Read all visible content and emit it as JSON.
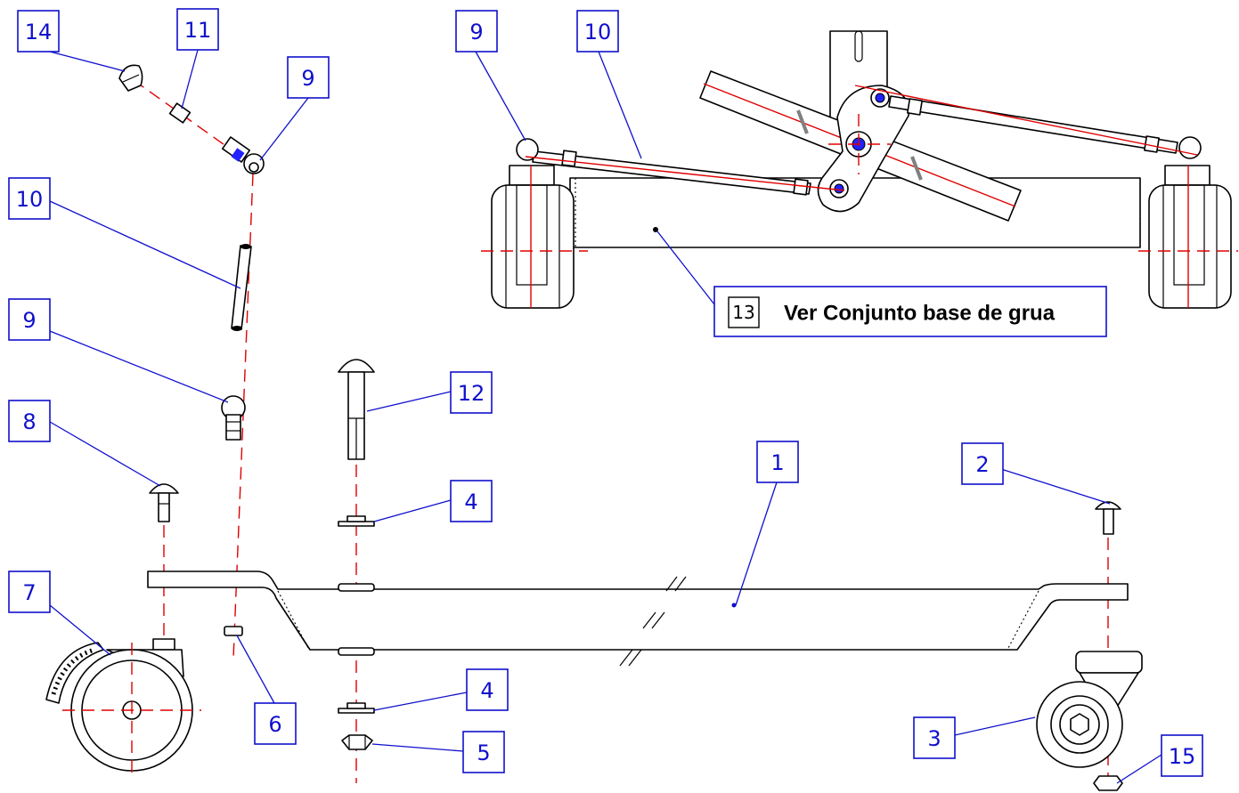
{
  "balloons": {
    "b14": "14",
    "b11": "11",
    "b9a": "9",
    "b10a": "10",
    "b9b": "9",
    "b8": "8",
    "b7": "7",
    "b6": "6",
    "b12": "12",
    "b4a": "4",
    "b4b": "4",
    "b5": "5",
    "b1": "1",
    "b2": "2",
    "b3": "3",
    "b15": "15",
    "b9c": "9",
    "b10c": "10"
  },
  "note": {
    "number": "13",
    "text": "Ver  Conjunto base de grua"
  },
  "colors": {
    "leader": "#1010cc",
    "centerline": "#e00000",
    "outline": "#000000"
  }
}
